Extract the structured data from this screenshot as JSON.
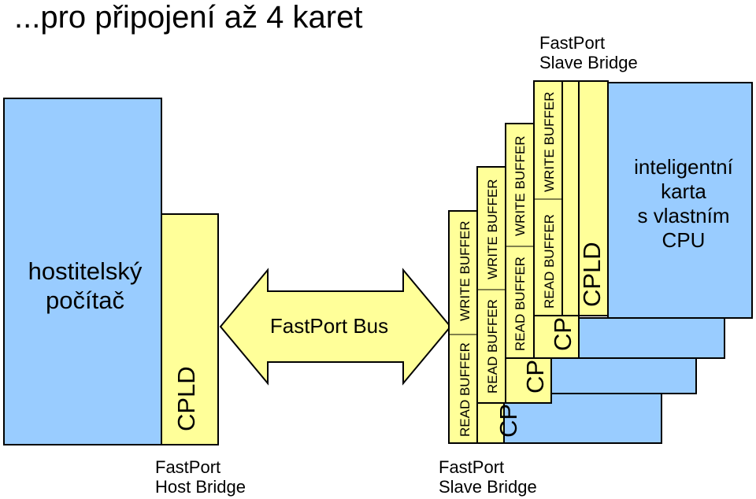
{
  "title": "...pro připojení až 4 karet",
  "host": {
    "label_line1": "hostitelský",
    "label_line2": "počítač",
    "cpld": "CPLD",
    "bridge_line1": "FastPort",
    "bridge_line2": "Host Bridge"
  },
  "bus": {
    "label": "FastPort Bus"
  },
  "slave_bridge_top": {
    "line1": "FastPort",
    "line2": "Slave Bridge"
  },
  "slave_bridge_bottom": {
    "line1": "FastPort",
    "line2": "Slave Bridge"
  },
  "buffers": {
    "read": "READ BUFFER",
    "write": "WRITE BUFFER"
  },
  "cards": [
    {
      "cpld": "CP"
    },
    {
      "cpld": "CP"
    },
    {
      "cpld": "CP"
    },
    {
      "cpld": "CPLD"
    }
  ],
  "card_label": {
    "line1": "inteligentní",
    "line2": "karta",
    "line3": "s vlastním",
    "line4": "CPU"
  },
  "colors": {
    "blue": "#99ccff",
    "yellow": "#ffff99",
    "outline": "#000000"
  }
}
